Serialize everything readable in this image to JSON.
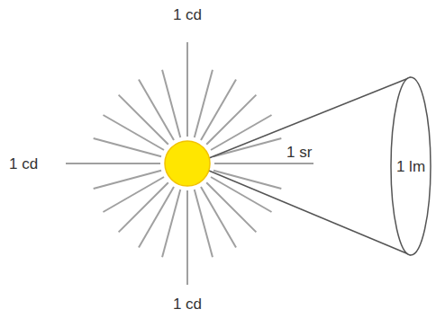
{
  "diagram": {
    "nodes": [
      {
        "text": [
          "1 lm"
        ]
      }
    ],
    "labels": [
      "1 cd",
      "1 cd",
      "1 cd",
      "1 sr"
    ]
  }
}
